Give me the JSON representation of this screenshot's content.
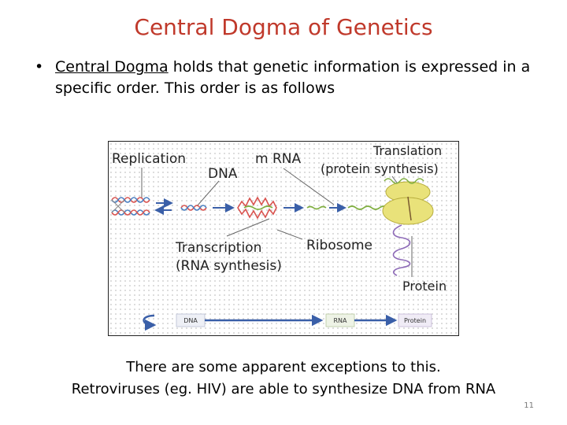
{
  "slide": {
    "title": "Central Dogma of Genetics",
    "bullet": {
      "marker": "•",
      "term": "Central Dogma",
      "rest": " holds that genetic information is expressed in a specific order.  This order is as follows"
    },
    "caption_line1": "There are some apparent exceptions to this.",
    "caption_line2": "Retroviruses (eg. HIV) are able to synthesize DNA from RNA",
    "page_number": "11"
  },
  "figure": {
    "labels": {
      "replication": "Replication",
      "dna": "DNA",
      "mrna": "m RNA",
      "translation": "Translation",
      "protein_synthesis": "(protein synthesis)",
      "transcription": "Transcription",
      "rna_synthesis": "(RNA synthesis)",
      "ribosome": "Ribosome",
      "protein": "Protein"
    },
    "flow_bar": {
      "dna": "DNA",
      "rna": "RNA",
      "protein": "Protein"
    },
    "colors": {
      "dna_strand_red": "#d9534f",
      "dna_strand_blue": "#4a7fc1",
      "mrna_green": "#7fae3f",
      "arrow_blue": "#3a5fa8",
      "ribosome_yellow": "#e9e27a",
      "protein_purple": "#8e6bb8",
      "title_red": "#c0392b"
    }
  }
}
